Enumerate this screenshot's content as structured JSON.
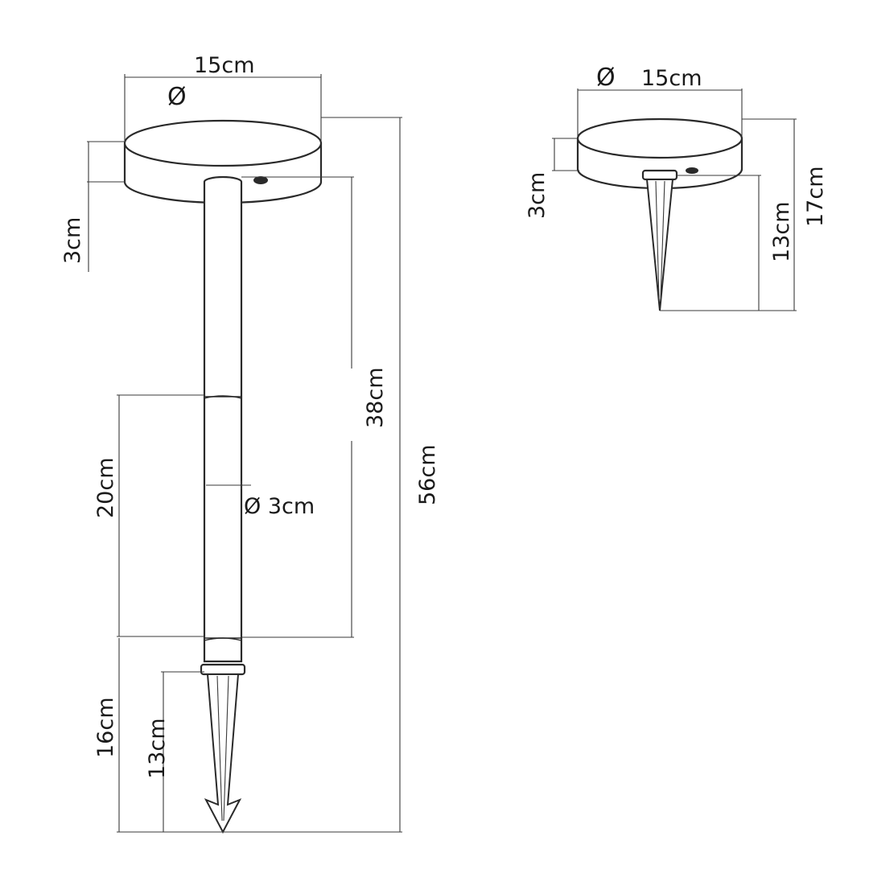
{
  "full_lamp": {
    "head_diameter_symbol": "Ø",
    "head_diameter_label": "15cm",
    "head_height_label": "3cm",
    "pole_length_label": "38cm",
    "total_height_label": "56cm",
    "light_section_label": "20cm",
    "pole_diameter_label": "Ø 3cm",
    "spike_section_label": "16cm",
    "spike_length_label": "13cm"
  },
  "short_lamp": {
    "head_diameter_symbol": "Ø",
    "head_diameter_label": "15cm",
    "head_height_label": "3cm",
    "spike_length_label": "13cm",
    "total_height_label": "17cm"
  }
}
